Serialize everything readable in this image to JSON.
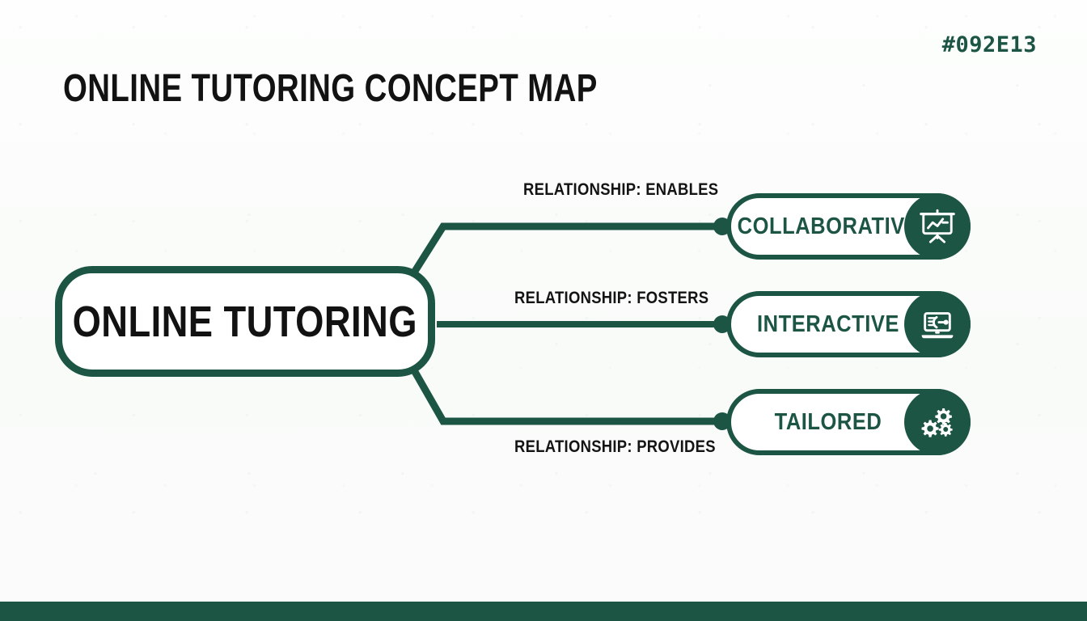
{
  "header": {
    "title": "ONLINE TUTORING CONCEPT MAP",
    "hex_label": "#092E13"
  },
  "theme": {
    "accent_green": "#1d5545",
    "background": "#fbfcfb",
    "title_black": "#121212"
  },
  "central_node": {
    "label": "ONLINE TUTORING"
  },
  "children": [
    {
      "label": "COLLABORATIVE",
      "icon": "presentation-chart-icon",
      "relationship": "RELATIONSHIP: ENABLES"
    },
    {
      "label": "INTERACTIVE",
      "icon": "laptop-screen-icon",
      "relationship": "RELATIONSHIP: FOSTERS"
    },
    {
      "label": "TAILORED",
      "icon": "gears-icon",
      "relationship": "RELATIONSHIP: PROVIDES"
    }
  ]
}
